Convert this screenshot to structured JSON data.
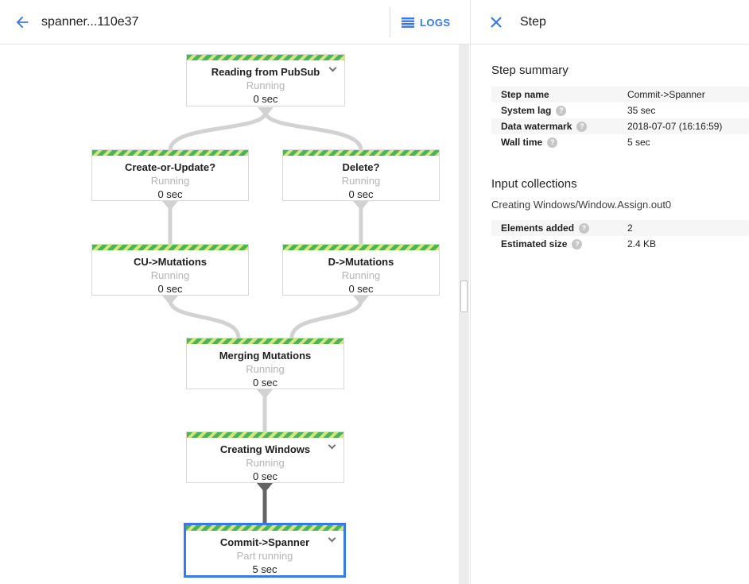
{
  "colors": {
    "accent_blue": "#3b78e7",
    "stripe_green": "#4cb357",
    "stripe_light_green": "#cfe87e",
    "edge_gray": "#d2d2d2",
    "edge_active_gray": "#636363",
    "selected_border": "#3b78e7",
    "status_gray": "#b5b5b5",
    "row_shade": "#f6f6f6"
  },
  "icons": {
    "help": "?"
  },
  "header": {
    "title": "spanner...110e37",
    "logs_label": "LOGS"
  },
  "panel": {
    "title": "Step",
    "step_summary": {
      "heading": "Step summary",
      "rows": [
        {
          "label": "Step name",
          "value": "Commit->Spanner"
        },
        {
          "label": "System lag",
          "value": "35 sec"
        },
        {
          "label": "Data watermark",
          "value": "2018-07-07 (16:16:59)"
        },
        {
          "label": "Wall time",
          "value": "5 sec"
        }
      ]
    },
    "input_collections": {
      "heading": "Input collections",
      "collection_name": "Creating Windows/Window.Assign.out0",
      "rows": [
        {
          "label": "Elements added",
          "value": "2"
        },
        {
          "label": "Estimated size",
          "value": "2.4 KB"
        }
      ]
    }
  },
  "graph": {
    "nodes": [
      {
        "id": "reading-from-pubsub",
        "title": "Reading from PubSub",
        "status": "Running",
        "time": "0 sec",
        "expandable": true,
        "selected": false
      },
      {
        "id": "create-or-update",
        "title": "Create-or-Update?",
        "status": "Running",
        "time": "0 sec",
        "expandable": false,
        "selected": false
      },
      {
        "id": "delete",
        "title": "Delete?",
        "status": "Running",
        "time": "0 sec",
        "expandable": false,
        "selected": false
      },
      {
        "id": "cu-mutations",
        "title": "CU->Mutations",
        "status": "Running",
        "time": "0 sec",
        "expandable": false,
        "selected": false
      },
      {
        "id": "d-mutations",
        "title": "D->Mutations",
        "status": "Running",
        "time": "0 sec",
        "expandable": false,
        "selected": false
      },
      {
        "id": "merging-mutations",
        "title": "Merging Mutations",
        "status": "Running",
        "time": "0 sec",
        "expandable": false,
        "selected": false
      },
      {
        "id": "creating-windows",
        "title": "Creating Windows",
        "status": "Running",
        "time": "0 sec",
        "expandable": true,
        "selected": false
      },
      {
        "id": "commit-spanner",
        "title": "Commit->Spanner",
        "status": "Part running",
        "time": "5 sec",
        "expandable": true,
        "selected": true
      }
    ]
  }
}
